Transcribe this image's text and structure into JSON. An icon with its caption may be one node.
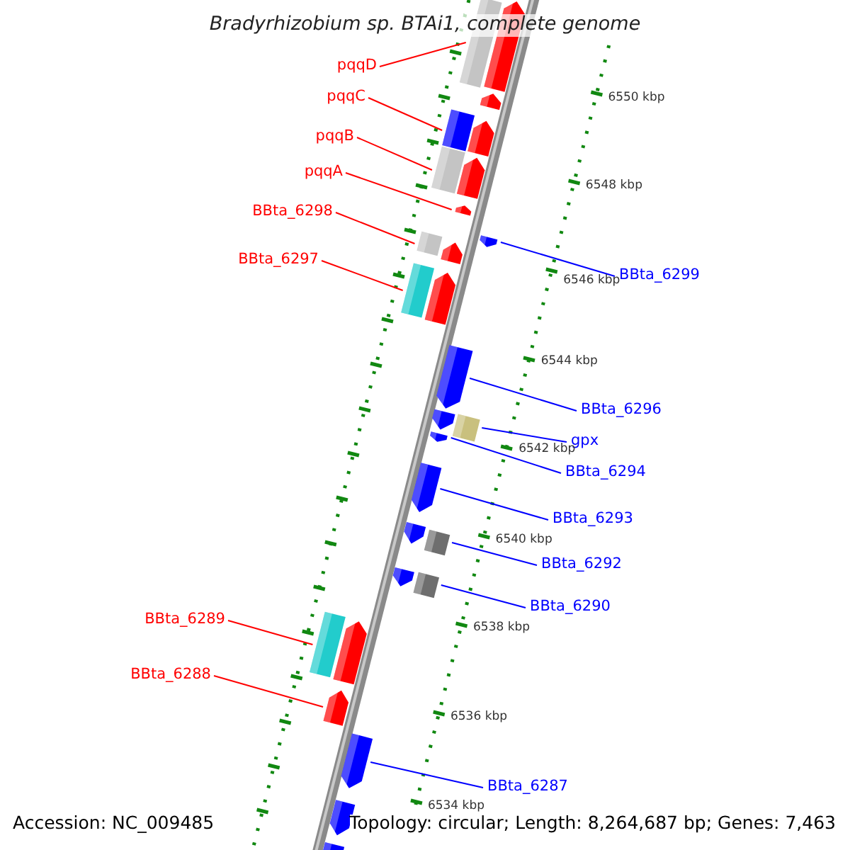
{
  "diagram": {
    "title": "Bradyrhizobium sp. BTAi1, complete genome",
    "nodes": [
      {
        "text": [
          "pqqD"
        ]
      },
      {
        "text": [
          "pqqC"
        ]
      },
      {
        "text": [
          "pqqB"
        ]
      },
      {
        "text": [
          "pqqA"
        ]
      },
      {
        "text": [
          "BBta_6298"
        ]
      },
      {
        "text": [
          "BBta_6297"
        ]
      },
      {
        "text": [
          "BBta_6299"
        ]
      },
      {
        "text": [
          "BBta_6296"
        ]
      },
      {
        "text": [
          "gpx"
        ]
      },
      {
        "text": [
          "BBta_6294"
        ]
      },
      {
        "text": [
          "BBta_6293"
        ]
      },
      {
        "text": [
          "BBta_6292"
        ]
      },
      {
        "text": [
          "BBta_6290"
        ]
      },
      {
        "text": [
          "BBta_6289"
        ]
      },
      {
        "text": [
          "BBta_6288"
        ]
      },
      {
        "text": [
          "BBta_6287"
        ]
      },
      {
        "text": [],
        "shape": "box"
      },
      {
        "text": [],
        "shape": "box"
      },
      {
        "text": [],
        "shape": "box"
      },
      {
        "text": [],
        "shape": "arrow"
      },
      {
        "text": [],
        "shape": "box"
      },
      {
        "text": [],
        "shape": "box"
      },
      {
        "text": [],
        "shape": "arrow"
      },
      {
        "text": [],
        "shape": "arrow"
      },
      {
        "text": [],
        "shape": "box"
      },
      {
        "text": [],
        "shape": "arrow"
      },
      {
        "text": [],
        "shape": "arrow"
      },
      {
        "text": [],
        "shape": "box"
      },
      {
        "text": [],
        "shape": "box"
      },
      {
        "text": [],
        "shape": "box"
      },
      {
        "text": [],
        "shape": "arrow"
      },
      {
        "text": [],
        "shape": "arrow"
      },
      {
        "text": [],
        "shape": "arrow"
      },
      {
        "text": [],
        "shape": "arrow"
      },
      {
        "text": [],
        "shape": "arrow"
      },
      {
        "text": [],
        "shape": "arrow"
      },
      {
        "text": [],
        "shape": "arrow"
      },
      {
        "text": [],
        "shape": "arrow"
      },
      {
        "text": [],
        "shape": "arrow"
      },
      {
        "text": [],
        "shape": "arrow"
      },
      {
        "text": [],
        "shape": "arrow"
      },
      {
        "text": [],
        "shape": "arrow"
      },
      {
        "text": [],
        "shape": "arrow"
      },
      {
        "text": [],
        "shape": "arrow"
      }
    ],
    "edges": [
      {
        "from": 0,
        "to": 16,
        "arrow": "none",
        "color": "#ff0000"
      },
      {
        "from": 1,
        "to": 17,
        "arrow": "none",
        "color": "#ff0000"
      },
      {
        "from": 2,
        "to": 18,
        "arrow": "none",
        "color": "#ff0000"
      },
      {
        "from": 3,
        "to": 19,
        "arrow": "none",
        "color": "#ff0000"
      },
      {
        "from": 4,
        "to": 20,
        "arrow": "none",
        "color": "#ff0000"
      },
      {
        "from": 5,
        "to": 21,
        "arrow": "none",
        "color": "#ff0000"
      },
      {
        "from": 6,
        "to": 22,
        "arrow": "none",
        "color": "#0000ff"
      },
      {
        "from": 7,
        "to": 23,
        "arrow": "none",
        "color": "#0000ff"
      },
      {
        "from": 8,
        "to": 24,
        "arrow": "none",
        "color": "#0000ff"
      },
      {
        "from": 9,
        "to": 25,
        "arrow": "none",
        "color": "#0000ff"
      },
      {
        "from": 10,
        "to": 26,
        "arrow": "none",
        "color": "#0000ff"
      },
      {
        "from": 11,
        "to": 27,
        "arrow": "none",
        "color": "#0000ff"
      },
      {
        "from": 12,
        "to": 28,
        "arrow": "none",
        "color": "#0000ff"
      },
      {
        "from": 13,
        "to": 29,
        "arrow": "none",
        "color": "#ff0000"
      },
      {
        "from": 14,
        "to": 30,
        "arrow": "none",
        "color": "#ff0000"
      },
      {
        "from": 15,
        "to": 31,
        "arrow": "none",
        "color": "#0000ff"
      }
    ],
    "labels": [
      "6550 kbp",
      "6548 kbp",
      "6546 kbp",
      "6544 kbp",
      "6542 kbp",
      "6540 kbp",
      "6538 kbp",
      "6536 kbp",
      "6534 kbp",
      "Accession: NC_009485",
      "Topology: circular; Length: 8,264,687 bp; Genes: 7,463"
    ]
  }
}
